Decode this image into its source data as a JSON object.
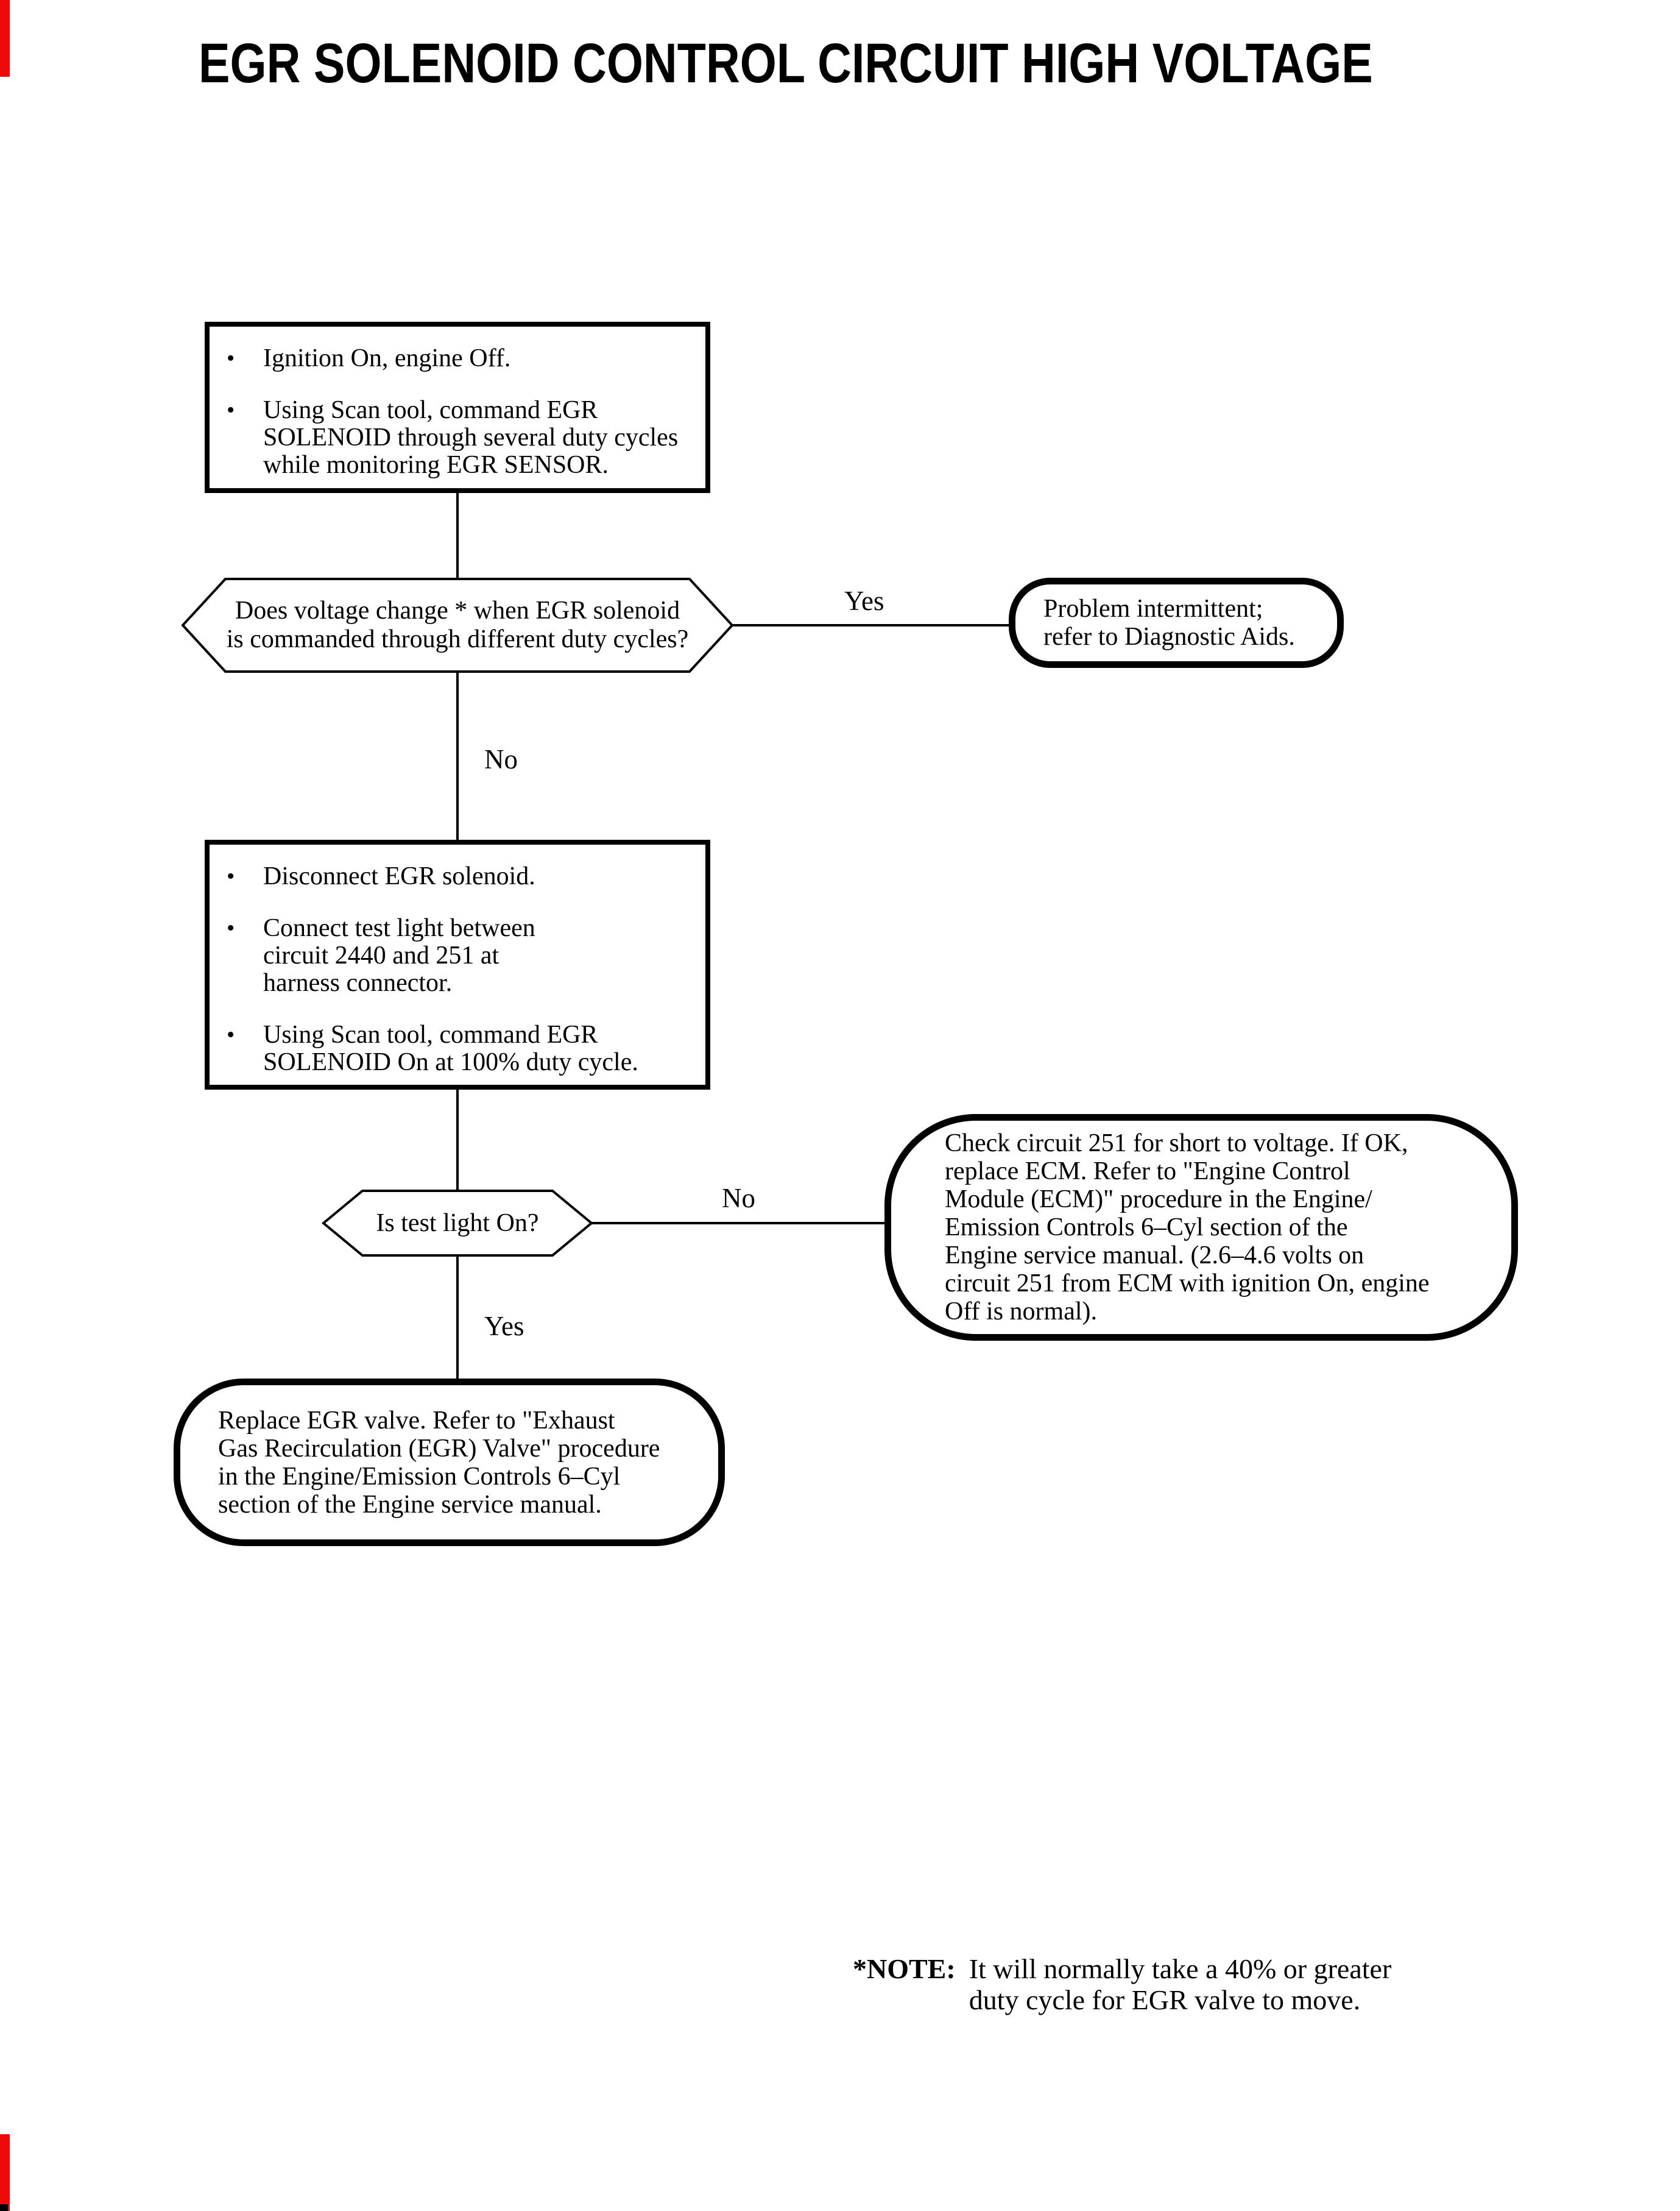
{
  "page": {
    "title": "EGR SOLENOID CONTROL CIRCUIT HIGH VOLTAGE",
    "colors": {
      "ink": "#000000",
      "paper": "#ffffff",
      "edge_mark": "#ee0a0a"
    }
  },
  "glyphs": {
    "bullet": "•"
  },
  "flow": {
    "step1": {
      "bullet1": "Ignition On, engine Off.",
      "bullet2": "Using Scan tool, command EGR\nSOLENOID through several duty cycles\nwhile monitoring EGR SENSOR."
    },
    "decision1": {
      "question": "Does voltage change * when EGR solenoid\nis commanded through different duty cycles?",
      "yes_label": "Yes",
      "no_label": "No"
    },
    "terminal_intermittent": "Problem intermittent;\nrefer to Diagnostic Aids.",
    "step2": {
      "bullet1": "Disconnect EGR solenoid.",
      "bullet2": "Connect test light between\ncircuit 2440 and 251 at\nharness connector.",
      "bullet3": "Using Scan tool, command EGR\nSOLENOID On at 100% duty cycle."
    },
    "decision2": {
      "question": "Is test light On?",
      "yes_label": "Yes",
      "no_label": "No"
    },
    "terminal_check251": "Check circuit 251 for short to voltage. If OK,\nreplace ECM. Refer to \"Engine Control\nModule (ECM)\" procedure in the Engine/\nEmission Controls 6–Cyl section of the\nEngine service manual. (2.6–4.6 volts on\ncircuit 251 from ECM with ignition On, engine\nOff is normal).",
    "terminal_replace_egr": "Replace EGR valve. Refer to \"Exhaust\nGas Recirculation (EGR) Valve\" procedure\nin the Engine/Emission Controls 6–Cyl\nsection of the Engine service manual."
  },
  "note": {
    "label": "*NOTE:",
    "text": "It will normally take a 40% or greater\nduty cycle for EGR valve to move."
  }
}
